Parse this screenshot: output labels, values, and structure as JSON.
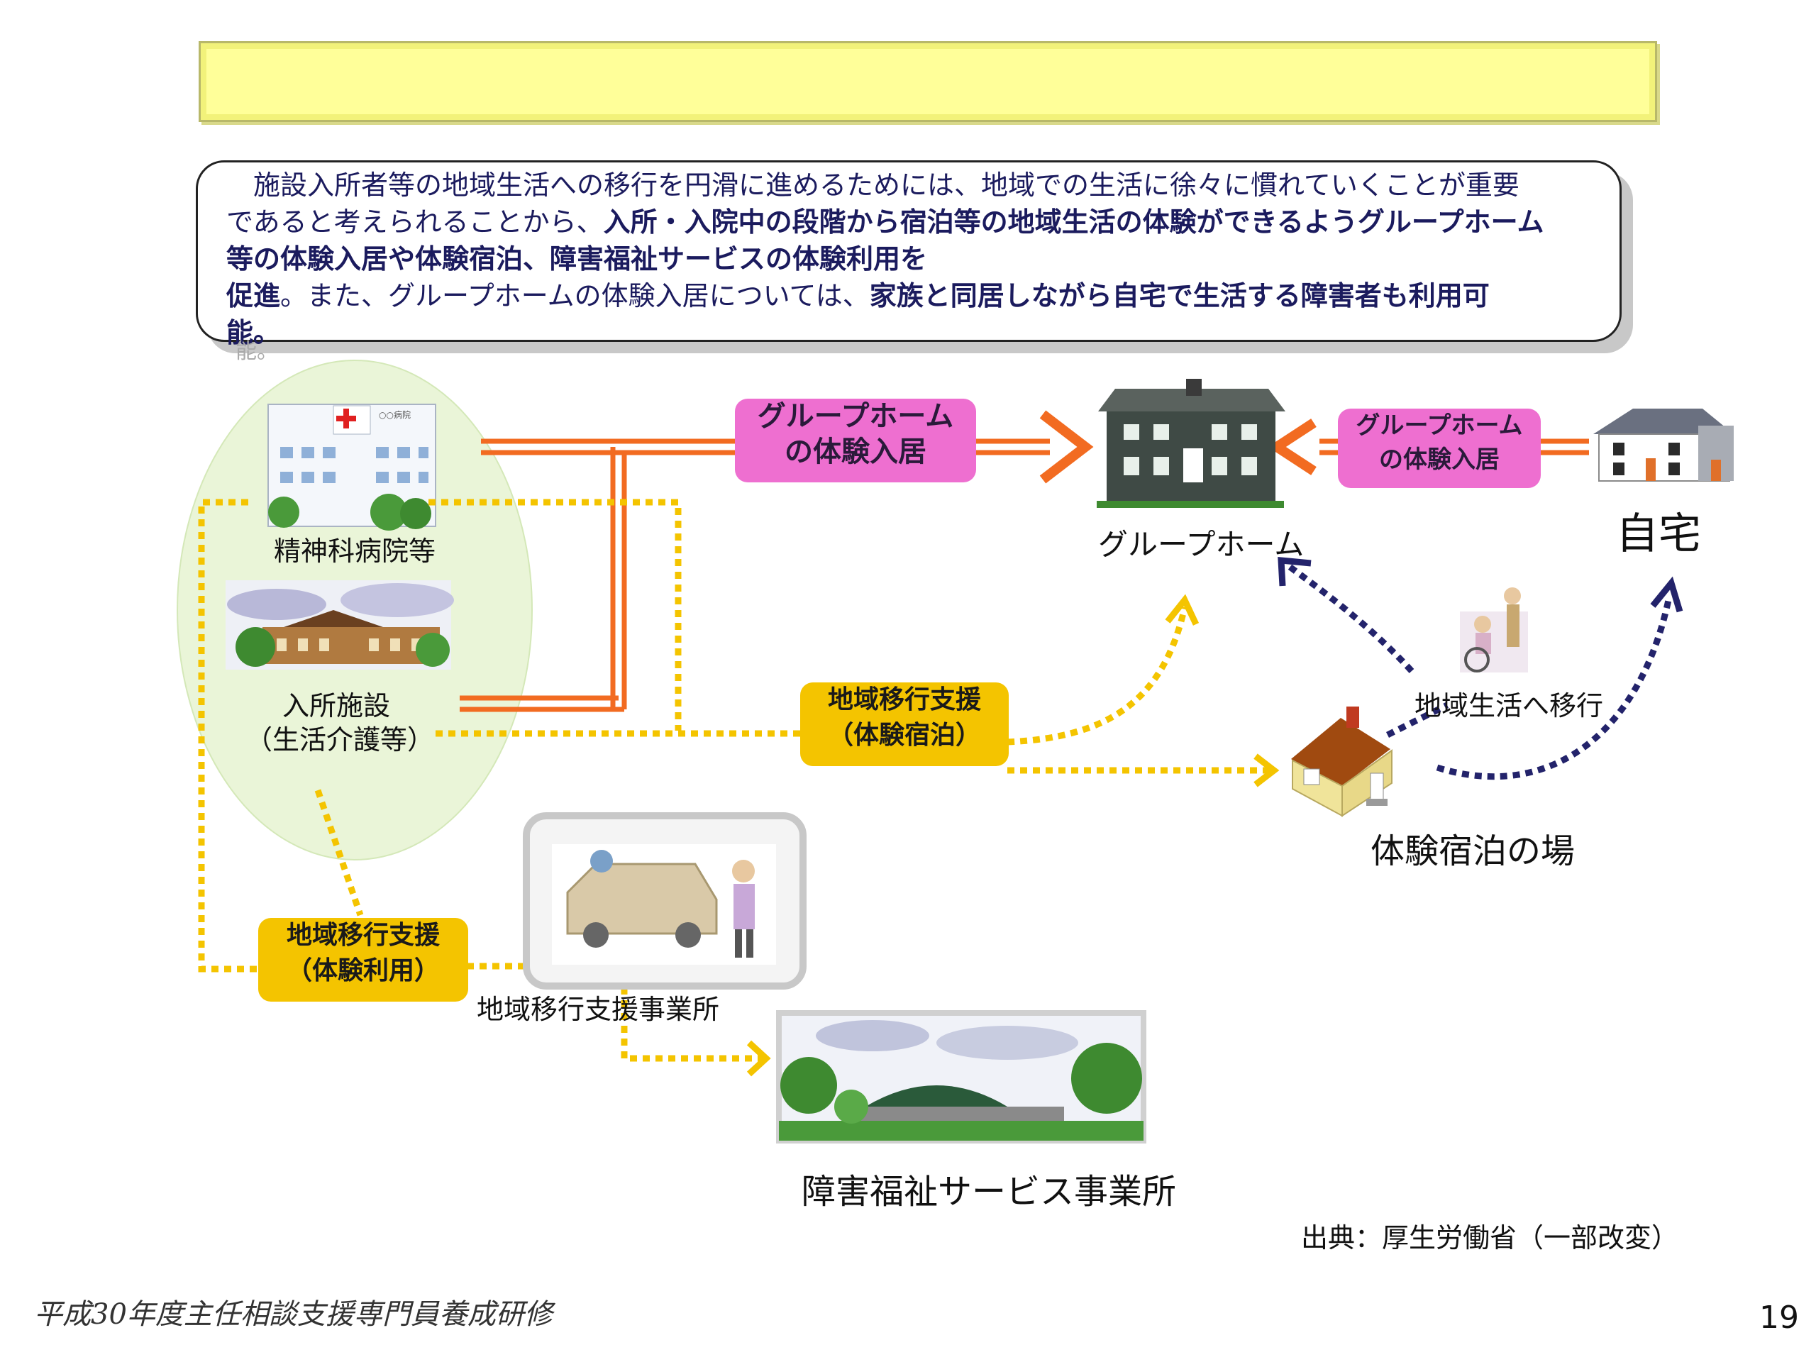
{
  "intro": {
    "line1": "　施設入所者等の地域生活への移行を円滑に進めるためには、地域での生活に徐々に慣れていくことが重要",
    "line2a": "であると考えられることから、",
    "line2b": "入所・入院中の段階から宿泊等の地域生活の体験ができるようグループホーム",
    "line3": "等の体験入居や体験宿泊、障害福祉サービスの体験利用を",
    "line4a": "促進",
    "line4b": "。また、グループホームの体験入居については、",
    "line4c": "家族と同居しながら自宅で生活する障害者も利用可",
    "line5": "能。",
    "ghost": "能。"
  },
  "places": {
    "hospital": "精神科病院等",
    "hospital_sign": "○○病院",
    "facility_1": "入所施設",
    "facility_2": "（生活介護等）",
    "grouphome": "グループホーム",
    "home": "自宅",
    "trial_stay_place": "体験宿泊の場",
    "transition_office": "地域移行支援事業所",
    "welfare_office": "障害福祉サービス事業所",
    "move_to_community": "地域生活へ移行"
  },
  "boxes": {
    "gh_trial_left_1": "グループホーム",
    "gh_trial_left_2": "の体験入居",
    "gh_trial_right_1": "グループホーム",
    "gh_trial_right_2": "の体験入居",
    "support_stay_1": "地域移行支援",
    "support_stay_2": "（体験宿泊）",
    "support_use_1": "地域移行支援",
    "support_use_2": "（体験利用）"
  },
  "source": "出典：厚生労働省（一部改変）",
  "footer": "平成30年度主任相談支援専門員養成研修",
  "page_number": "19",
  "colors": {
    "orange": "#f26b21",
    "dotted_yellow": "#f4c400",
    "navy": "#23236b",
    "pink": "#ee6fd0",
    "title_yellow": "#ffff99"
  }
}
